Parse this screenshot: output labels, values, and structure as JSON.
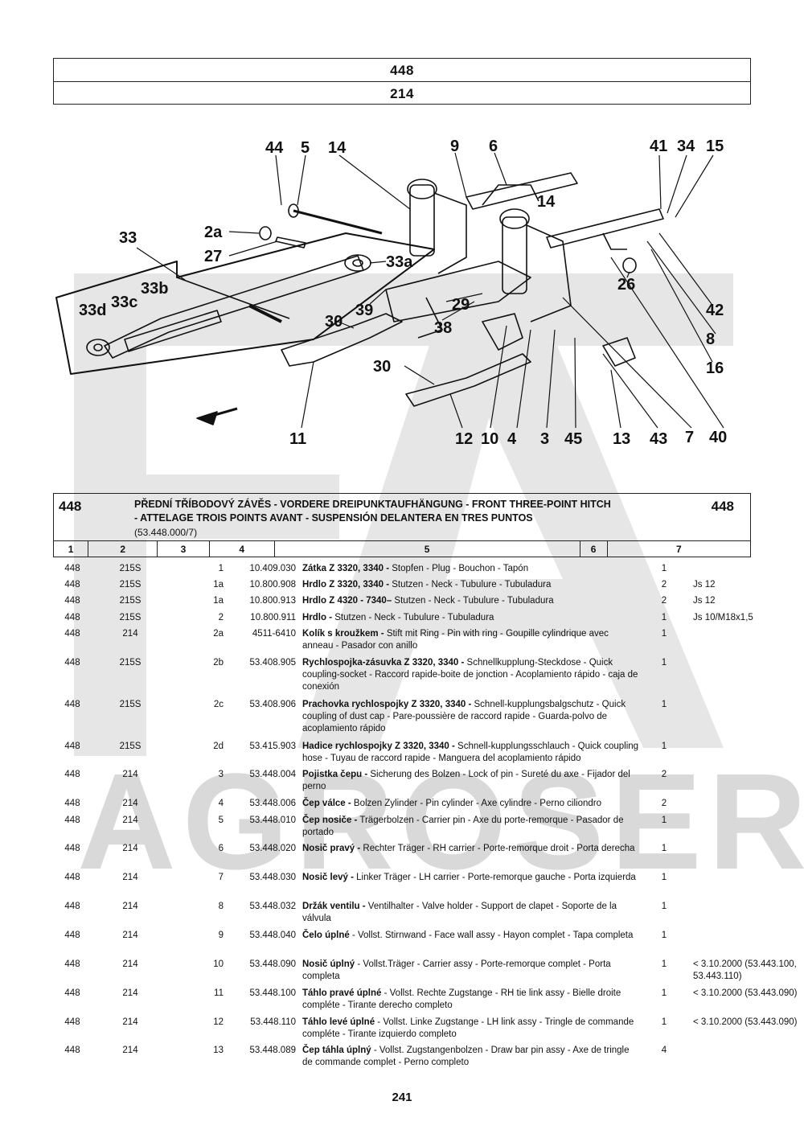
{
  "header": {
    "line1": "448",
    "line2": "214"
  },
  "watermark": {
    "brand": "AGROSERVIS"
  },
  "diagram": {
    "callouts": [
      "44",
      "5",
      "14",
      "9",
      "6",
      "41",
      "34",
      "15",
      "14",
      "2a",
      "33",
      "27",
      "33a",
      "26",
      "33b",
      "33c",
      "33d",
      "39",
      "29",
      "42",
      "38",
      "8",
      "30",
      "16",
      "30",
      "11",
      "12",
      "10",
      "4",
      "3",
      "45",
      "13",
      "43",
      "7",
      "40"
    ]
  },
  "section": {
    "number_left": "448",
    "number_right": "448",
    "title": "PŘEDNÍ TŘÍBODOVÝ ZÁVĚS - VORDERE DREIPUNKTAUFHÄNGUNG - FRONT THREE-POINT HITCH - ATTELAGE TROIS POINTS AVANT - SUSPENSIÓN DELANTERA EN TRES PUNTOS",
    "code": "(53.448.000/7)",
    "columns": [
      "1",
      "2",
      "3",
      "4",
      "5",
      "6",
      "7"
    ]
  },
  "rows": [
    {
      "c1": "448",
      "c2": "215S",
      "c3": "1",
      "c4": "10.409.030",
      "name": "Zátka Z 3320, 3340 -",
      "desc": " Stopfen - Plug - Bouchon - Tapón",
      "qty": "1",
      "note": ""
    },
    {
      "c1": "448",
      "c2": "215S",
      "c3": "1a",
      "c4": "10.800.908",
      "name": "Hrdlo Z 3320, 3340 -",
      "desc": " Stutzen - Neck - Tubulure - Tubuladura",
      "qty": "2",
      "note": "Js 12"
    },
    {
      "c1": "448",
      "c2": "215S",
      "c3": "1a",
      "c4": "10.800.913",
      "name": "Hrdlo Z 4320 - 7340–",
      "desc": " Stutzen - Neck - Tubulure - Tubuladura",
      "qty": "2",
      "note": "Js 12"
    },
    {
      "c1": "448",
      "c2": "215S",
      "c3": "2",
      "c4": "10.800.911",
      "name": "Hrdlo -",
      "desc": " Stutzen - Neck - Tubulure - Tubuladura",
      "qty": "1",
      "note": "Js 10/M18x1,5"
    },
    {
      "c1": "448",
      "c2": "214",
      "c3": "2a",
      "c4": "4511-6410",
      "name": "Kolík s kroužkem -",
      "desc": " Stift mit Ring - Pin with ring - Goupille cylindrique avec anneau - Pasador con anillo",
      "qty": "1",
      "note": ""
    },
    {
      "c1": "448",
      "c2": "215S",
      "c3": "2b",
      "c4": "53.408.905",
      "name": "Rychlospojka-zásuvka Z 3320, 3340 -",
      "desc": " Schnellkupplung-Steckdose - Quick coupling-socket - Raccord rapide-boite de jonction - Acoplamiento rápido - caja de conexión",
      "qty": "1",
      "note": ""
    },
    {
      "c1": "448",
      "c2": "215S",
      "c3": "2c",
      "c4": "53.408.906",
      "name": "Prachovka rychlospojky Z 3320, 3340 -",
      "desc": " Schnell-kupplungsbalgschutz - Quick coupling of dust cap - Pare-poussière de raccord rapide - Guarda-polvo de acoplamiento rápido",
      "qty": "1",
      "note": ""
    },
    {
      "c1": "448",
      "c2": "215S",
      "c3": "2d",
      "c4": "53.415.903",
      "name": "Hadice rychlospojky Z 3320, 3340 -",
      "desc": " Schnell-kupplungsschlauch - Quick coupling hose - Tuyau de raccord rapide - Manguera del acoplamiento rápido",
      "qty": "1",
      "note": ""
    },
    {
      "c1": "448",
      "c2": "214",
      "c3": "3",
      "c4": "53.448.004",
      "name": "Pojistka čepu -",
      "desc": " Sicherung des Bolzen - Lock of pin - Sureté du axe - Fijador del perno",
      "qty": "2",
      "note": ""
    },
    {
      "c1": "448",
      "c2": "214",
      "c3": "4",
      "c4": "53.448.006",
      "name": "Čep válce -",
      "desc": " Bolzen Zylinder - Pin cylinder - Axe cylindre - Perno ciliondro",
      "qty": "2",
      "note": ""
    },
    {
      "c1": "448",
      "c2": "214",
      "c3": "5",
      "c4": "53.448.010",
      "name": "Čep nosiče -",
      "desc": " Trägerbolzen - Carrier pin - Axe du porte-remorque - Pasador de portado",
      "qty": "1",
      "note": ""
    },
    {
      "c1": "448",
      "c2": "214",
      "c3": "6",
      "c4": "53.448.020",
      "name": "Nosič pravý -",
      "desc": " Rechter Träger - RH carrier - Porte-remorque droit - Porta derecha",
      "qty": "1",
      "note": ""
    },
    {
      "c1": "448",
      "c2": "214",
      "c3": "7",
      "c4": "53.448.030",
      "name": "Nosič levý -",
      "desc": " Linker Träger - LH carrier - Porte-remorque gauche - Porta izquierda",
      "qty": "1",
      "note": ""
    },
    {
      "c1": "448",
      "c2": "214",
      "c3": "8",
      "c4": "53.448.032",
      "name": "Držák ventilu -",
      "desc": " Ventilhalter - Valve holder - Support de clapet - Soporte de la válvula",
      "qty": "1",
      "note": ""
    },
    {
      "c1": "448",
      "c2": "214",
      "c3": "9",
      "c4": "53.448.040",
      "name": "Čelo úplné",
      "desc": " - Vollst. Stirnwand - Face wall assy - Hayon complet - Tapa completa",
      "qty": "1",
      "note": ""
    },
    {
      "c1": "448",
      "c2": "214",
      "c3": "10",
      "c4": "53.448.090",
      "name": "Nosič úplný",
      "desc": " - Vollst.Träger - Carrier assy - Porte-remorque complet - Porta completa",
      "qty": "1",
      "note": "< 3.10.2000 (53.443.100, 53.443.110)"
    },
    {
      "c1": "448",
      "c2": "214",
      "c3": "11",
      "c4": "53.448.100",
      "name": "Táhlo pravé úplné",
      "desc": " - Vollst. Rechte Zugstange - RH tie link assy - Bielle droite compléte - Tirante derecho completo",
      "qty": "1",
      "note": "< 3.10.2000 (53.443.090)"
    },
    {
      "c1": "448",
      "c2": "214",
      "c3": "12",
      "c4": "53.448.110",
      "name": "Táhlo levé úplné",
      "desc": " - Vollst. Linke Zugstange - LH link assy - Tringle de commande compléte - Tirante izquierdo completo",
      "qty": "1",
      "note": "< 3.10.2000 (53.443.090)"
    },
    {
      "c1": "448",
      "c2": "214",
      "c3": "13",
      "c4": "53.448.089",
      "name": "Čep táhla úplný",
      "desc": " - Vollst. Zugstangenbolzen - Draw bar pin assy - Axe de tringle de commande complet - Perno completo",
      "qty": "4",
      "note": ""
    }
  ],
  "footer": {
    "page_number": "241"
  }
}
